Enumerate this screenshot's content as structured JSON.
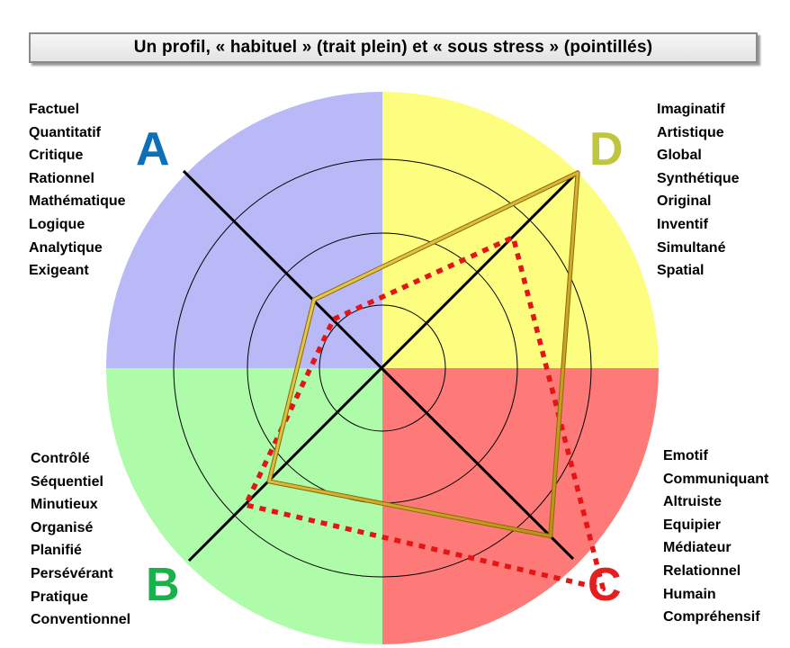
{
  "title": "Un profil, « habituel » (trait plein) et « sous stress » (pointillés)",
  "quadrants": {
    "A": {
      "letter": "A",
      "color": "#b9b9f7",
      "letter_color": "#0d6fb8",
      "words": [
        "Factuel",
        "Quantitatif",
        "Critique",
        "Rationnel",
        "Mathématique",
        "Logique",
        "Analytique",
        "Exigeant"
      ]
    },
    "D": {
      "letter": "D",
      "color": "#fdfd80",
      "letter_color": "#bfc63c",
      "words": [
        "Imaginatif",
        "Artistique",
        "Global",
        "Synthétique",
        "Original",
        "Inventif",
        "Simultané",
        "Spatial"
      ]
    },
    "B": {
      "letter": "B",
      "color": "#aefcaa",
      "letter_color": "#19b24a",
      "words": [
        "Contrôlé",
        "Séquentiel",
        "Minutieux",
        "Organisé",
        "Planifié",
        "Persévérant",
        "Pratique",
        "Conventionnel"
      ]
    },
    "C": {
      "letter": "C",
      "color": "#fd7a78",
      "letter_color": "#e51f1f",
      "words": [
        "Emotif",
        "Communiquant",
        "Altruiste",
        "Equipier",
        "Médiateur",
        "Relationnel",
        "Humain",
        "Compréhensif"
      ]
    }
  },
  "profiles": {
    "habituel": {
      "style": "solid",
      "color": "#d4a920",
      "scores": {
        "A": 0.35,
        "D": 1.0,
        "C": 0.86,
        "B": 0.58
      }
    },
    "sous_stress": {
      "style": "dotted",
      "color": "#e31515",
      "scores": {
        "A": 0.25,
        "D": 0.67,
        "C": 1.13,
        "B": 0.7
      }
    }
  }
}
